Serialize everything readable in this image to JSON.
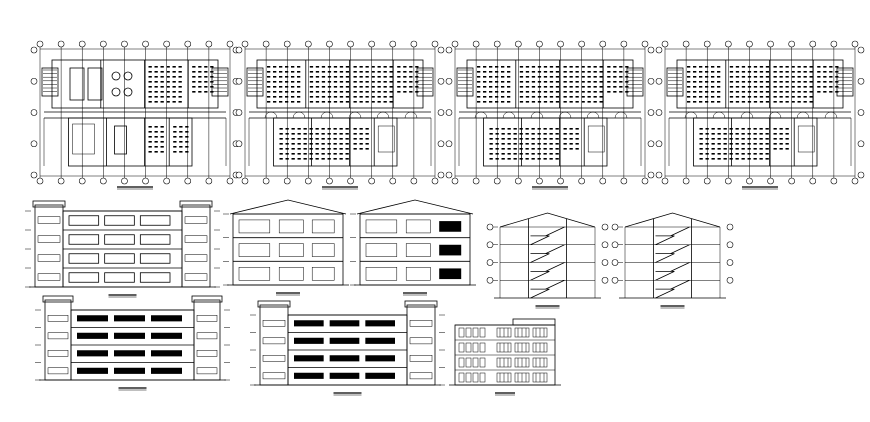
{
  "drawing": {
    "description_visible_text": [],
    "colors": {
      "ink": "#000000",
      "paper": "#ffffff"
    }
  },
  "views": [
    {
      "id": "plan-ground",
      "kind": "floor-plan"
    },
    {
      "id": "plan-first",
      "kind": "floor-plan"
    },
    {
      "id": "plan-second",
      "kind": "floor-plan"
    },
    {
      "id": "plan-third",
      "kind": "floor-plan"
    },
    {
      "id": "elev-long-1",
      "kind": "elevation"
    },
    {
      "id": "elev-side-1",
      "kind": "elevation"
    },
    {
      "id": "elev-side-2",
      "kind": "elevation"
    },
    {
      "id": "section-1",
      "kind": "section"
    },
    {
      "id": "section-2",
      "kind": "section"
    },
    {
      "id": "elev-long-2",
      "kind": "elevation"
    },
    {
      "id": "elev-long-3",
      "kind": "elevation"
    },
    {
      "id": "elev-side-3",
      "kind": "elevation"
    }
  ]
}
